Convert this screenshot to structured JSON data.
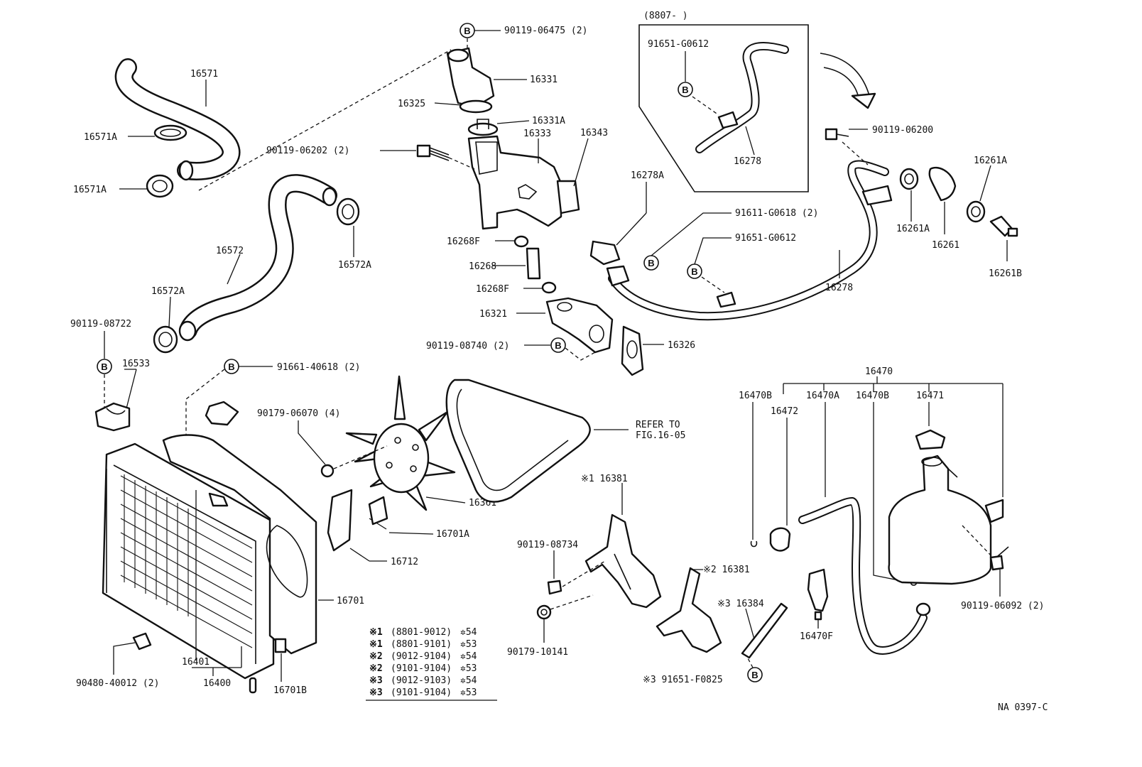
{
  "diagram_code": "NA 0397-C",
  "date_range_box": "(8807-        )",
  "ref_note": {
    "line1": "REFER TO",
    "line2": "FIG.16-05"
  },
  "callouts": {
    "p16571": "16571",
    "p16571a_1": "16571A",
    "p16571a_2": "16571A",
    "p16572": "16572",
    "p16572a_1": "16572A",
    "p16572a_2": "16572A",
    "p90119_08722": "90119-08722",
    "p16533": "16533",
    "p90119_06475": "90119-06475 (2)",
    "p16331": "16331",
    "p16325": "16325",
    "p16331a": "16331A",
    "p16333": "16333",
    "p16343": "16343",
    "p90119_06202": "90119-06202 (2)",
    "p16268f_1": "16268F",
    "p16268": "16268",
    "p16268f_2": "16268F",
    "p16321": "16321",
    "p90119_08740": "90119-08740 (2)",
    "p16326": "16326",
    "p91651_g0612_a": "91651-G0612",
    "p16278_box": "16278",
    "p16278a": "16278A",
    "p91611_g0618": "91611-G0618 (2)",
    "p91651_g0612_b": "91651-G0612",
    "p16278": "16278",
    "p90119_06200": "90119-06200",
    "p16261a_1": "16261A",
    "p16261a_2": "16261A",
    "p16261": "16261",
    "p16261b": "16261B",
    "p91661_40618": "91661-40618 (2)",
    "p90179_06070": "90179-06070 (4)",
    "p16361": "16361",
    "p16701a": "16701A",
    "p16712": "16712",
    "p16701": "16701",
    "p16401": "16401",
    "p16400": "16400",
    "p16701b": "16701B",
    "p90480_40012": "90480-40012 (2)",
    "p16381_1": "※1 16381",
    "p90119_08734": "90119-08734",
    "p90179_10141": "90179-10141",
    "p16381_2": "※2 16381",
    "p16384": "※3 16384",
    "p91651_f0825": "※3  91651-F0825",
    "p16470": "16470",
    "p16470b_1": "16470B",
    "p16472": "16472",
    "p16470a": "16470A",
    "p16470b_2": "16470B",
    "p16471": "16471",
    "p16470f": "16470F",
    "p90119_06092": "90119-06092 (2)"
  },
  "bolt_marker": "B",
  "legend": [
    {
      "mark": "※1",
      "range": "(8801-9012)",
      "code": "✲54"
    },
    {
      "mark": "※1",
      "range": "(8801-9101)",
      "code": "✲53"
    },
    {
      "mark": "※2",
      "range": "(9012-9104)",
      "code": "✲54"
    },
    {
      "mark": "※2",
      "range": "(9101-9104)",
      "code": "✲53"
    },
    {
      "mark": "※3",
      "range": "(9012-9103)",
      "code": "✲54"
    },
    {
      "mark": "※3",
      "range": "(9101-9104)",
      "code": "✲53"
    }
  ]
}
